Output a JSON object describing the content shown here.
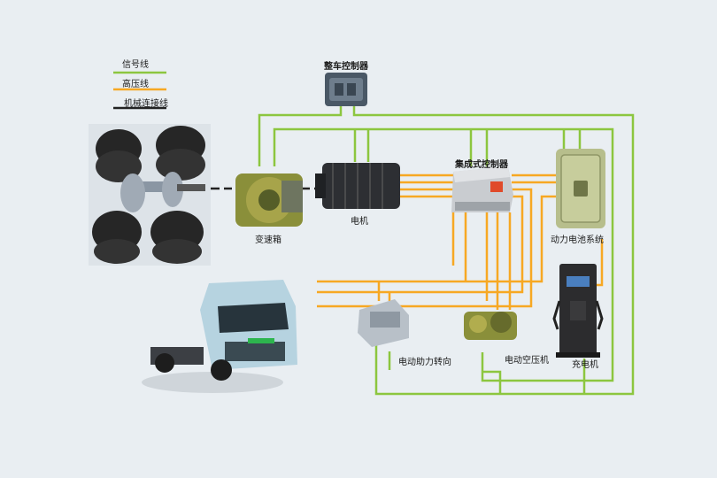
{
  "legend": {
    "signal_line": "信号线",
    "hv_line": "高压线",
    "mech_line": "机械连接线"
  },
  "components": {
    "vcu": "整车控制器",
    "gearbox": "变速箱",
    "motor": "电机",
    "integrated_controller": "集成式控制器",
    "battery": "动力电池系统",
    "eps": "电动助力转向",
    "air_compressor": "电动空压机",
    "charger": "充电机"
  },
  "colors": {
    "signal": "#8cc63f",
    "hv": "#f7a823",
    "mech": "#222222",
    "background": "#e9eef2"
  }
}
